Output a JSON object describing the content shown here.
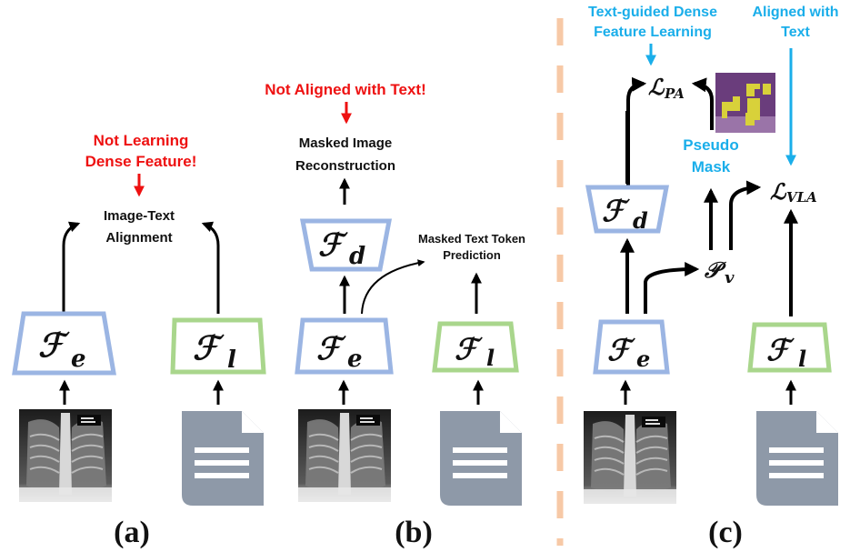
{
  "panels": {
    "a": {
      "caption": "(a)",
      "warning": [
        "Not Learning",
        "Dense Feature!"
      ],
      "objective": [
        "Image-Text",
        "Alignment"
      ],
      "image_encoder": {
        "symbol": "ℱ",
        "subscript": "e"
      },
      "text_encoder": {
        "symbol": "ℱ",
        "subscript": "l"
      },
      "inputs": [
        "chest-xray-image",
        "text-report-document"
      ]
    },
    "b": {
      "caption": "(b)",
      "warning": [
        "Not Aligned with Text!"
      ],
      "image_objective": [
        "Masked Image",
        "Reconstruction"
      ],
      "text_objective": [
        "Masked Text Token",
        "Prediction"
      ],
      "image_encoder": {
        "symbol": "ℱ",
        "subscript": "e"
      },
      "decoder": {
        "symbol": "ℱ",
        "subscript": "d"
      },
      "text_encoder": {
        "symbol": "ℱ",
        "subscript": "l"
      },
      "inputs": [
        "chest-xray-image",
        "text-report-document"
      ]
    },
    "c": {
      "caption": "(c)",
      "highlight_dense": [
        "Text-guided Dense",
        "Feature Learning"
      ],
      "highlight_aligned": [
        "Aligned with",
        "Text"
      ],
      "loss_pa": {
        "symbol": "ℒ",
        "subscript": "PA"
      },
      "loss_vla": {
        "symbol": "ℒ",
        "subscript": "VLA"
      },
      "pseudo_mask_label": [
        "Pseudo",
        "Mask"
      ],
      "projection": {
        "symbol": "𝒫",
        "subscript": "v"
      },
      "image_encoder": {
        "symbol": "ℱ",
        "subscript": "e"
      },
      "decoder": {
        "symbol": "ℱ",
        "subscript": "d"
      },
      "text_encoder": {
        "symbol": "ℱ",
        "subscript": "l"
      },
      "inputs": [
        "chest-xray-image",
        "text-report-document"
      ]
    }
  },
  "colors": {
    "warning": "#ee1111",
    "highlight": "#1aaeea",
    "vision_encoder": "#9bb5e3",
    "text_encoder": "#a9d68c",
    "separator": "#f7c9a6",
    "document": "#8e99a8",
    "mask_overlay": "#d8d13a",
    "mask_background": "#6a3d7c"
  }
}
